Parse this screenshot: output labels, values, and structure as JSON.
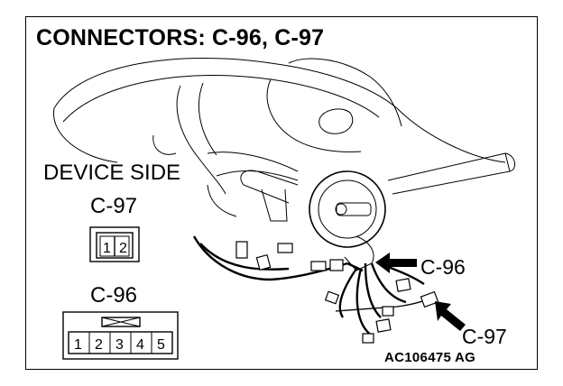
{
  "title": "CONNECTORS: C-96, C-97",
  "side_label": "DEVICE SIDE",
  "connectors": {
    "c97": {
      "label": "C-97",
      "pins": [
        "1",
        "2"
      ]
    },
    "c96": {
      "label": "C-96",
      "pins": [
        "1",
        "2",
        "3",
        "4",
        "5"
      ]
    }
  },
  "arrows": {
    "c96": "C-96",
    "c97": "C-97"
  },
  "figure_code": "AC106475 AG"
}
